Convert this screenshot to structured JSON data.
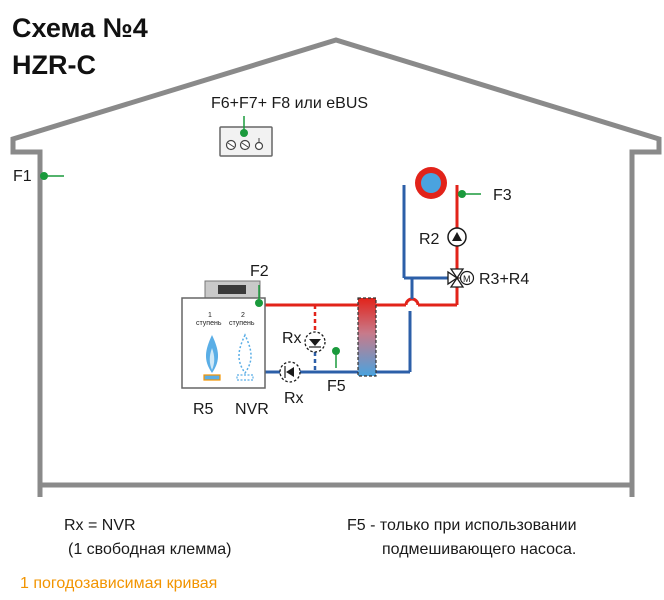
{
  "title": {
    "line1": "Схема №4",
    "line2": "HZR-C"
  },
  "labels": {
    "room_sensors": "F6+F7+ F8 или eBUS",
    "f1": "F1",
    "f2": "F2",
    "f3": "F3",
    "f5": "F5",
    "r2": "R2",
    "r3r4": "R3+R4",
    "rx_top": "Rx",
    "rx_bottom": "Rx",
    "r5": "R5",
    "nvr": "NVR",
    "stage1_num": "1",
    "stage1_text": "ступень",
    "stage2_num": "2",
    "stage2_text": "ступень",
    "motor": "M"
  },
  "notes": {
    "rx_eq": "Rx = NVR",
    "rx_free": "(1 свободная клемма)",
    "f5_line1": "F5 - только при использовании",
    "f5_line2": "подмешивающего насоса.",
    "curve": "1 погодозависимая кривая"
  },
  "colors": {
    "supply": "#e2231a",
    "return": "#2c5fa8",
    "sensor": "#1a9a3c",
    "outline": "#8a8a8a",
    "accent": "#f29400"
  }
}
